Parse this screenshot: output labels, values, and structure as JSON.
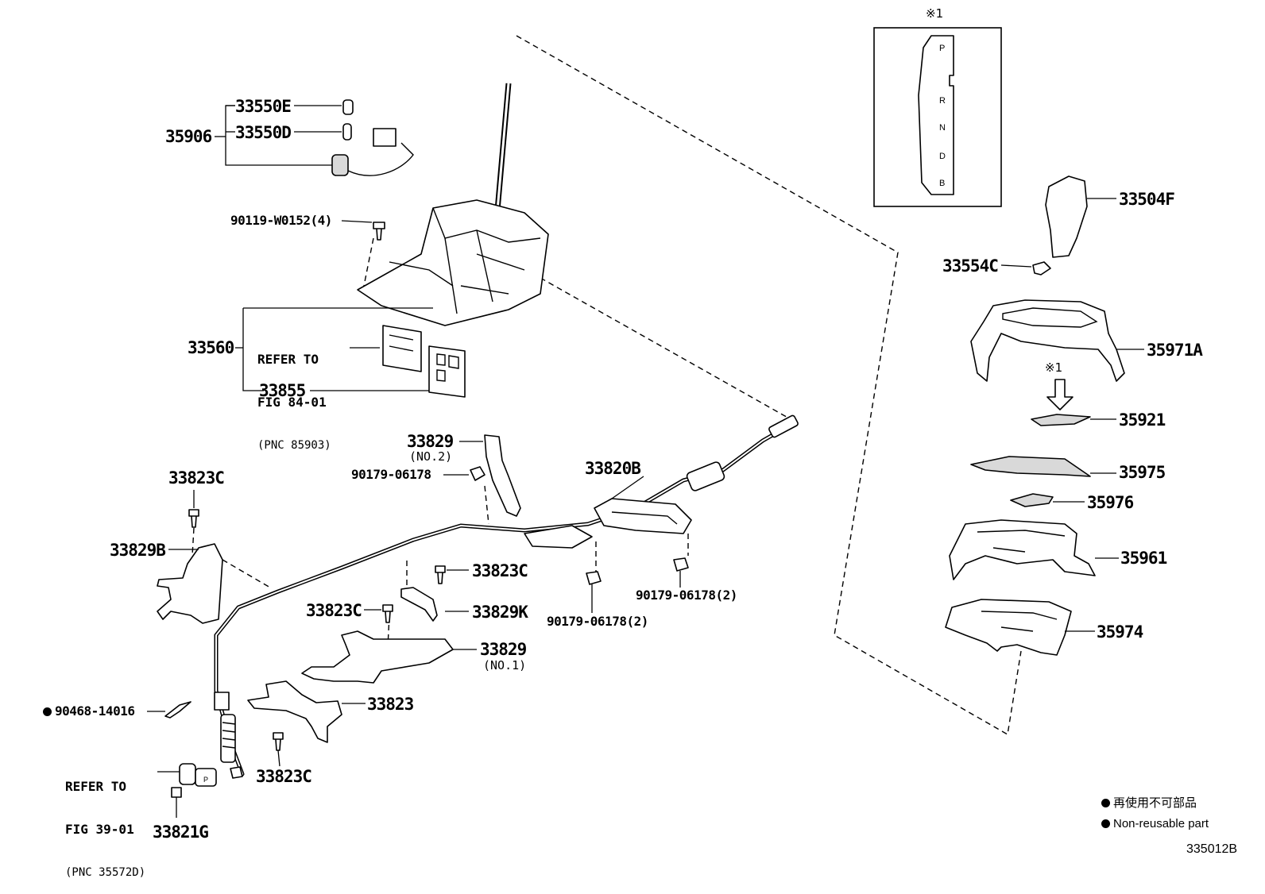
{
  "diagram_id": "335012B",
  "legend": {
    "jp": "再使用不可部品",
    "en": "Non-reusable part"
  },
  "indicator_box": {
    "mark": "※1",
    "positions": [
      "P",
      "R",
      "N",
      "D",
      "B"
    ]
  },
  "arrow_mark": "※1",
  "parts": {
    "p33550E": "33550E",
    "p33550D": "33550D",
    "p35906": "35906",
    "p90119": "90119-W0152(4)",
    "p33560": "33560",
    "p33855": "33855",
    "p33829_no2": "33829",
    "p33829_no2_note": "(NO.2)",
    "p90179_a": "90179-06178",
    "p33820B": "33820B",
    "p33823C_a": "33823C",
    "p33829B": "33829B",
    "p33823C_b": "33823C",
    "p33823C_c": "33823C",
    "p33829K": "33829K",
    "p90179_b": "90179-06178(2)",
    "p90179_c": "90179-06178(2)",
    "p33829_no1": "33829",
    "p33829_no1_note": "(NO.1)",
    "p33823": "33823",
    "p90468": "90468-14016",
    "p33823C_d": "33823C",
    "p33821G": "33821G",
    "p33504F": "33504F",
    "p33554C": "33554C",
    "p35971A": "35971A",
    "p35921": "35921",
    "p35975": "35975",
    "p35976": "35976",
    "p35961": "35961",
    "p35974": "35974"
  },
  "refs": {
    "ref_84": [
      "REFER TO",
      "FIG 84-01",
      "(PNC 85903)"
    ],
    "ref_39": [
      "REFER TO",
      "FIG 39-01",
      "(PNC 35572D)"
    ]
  }
}
